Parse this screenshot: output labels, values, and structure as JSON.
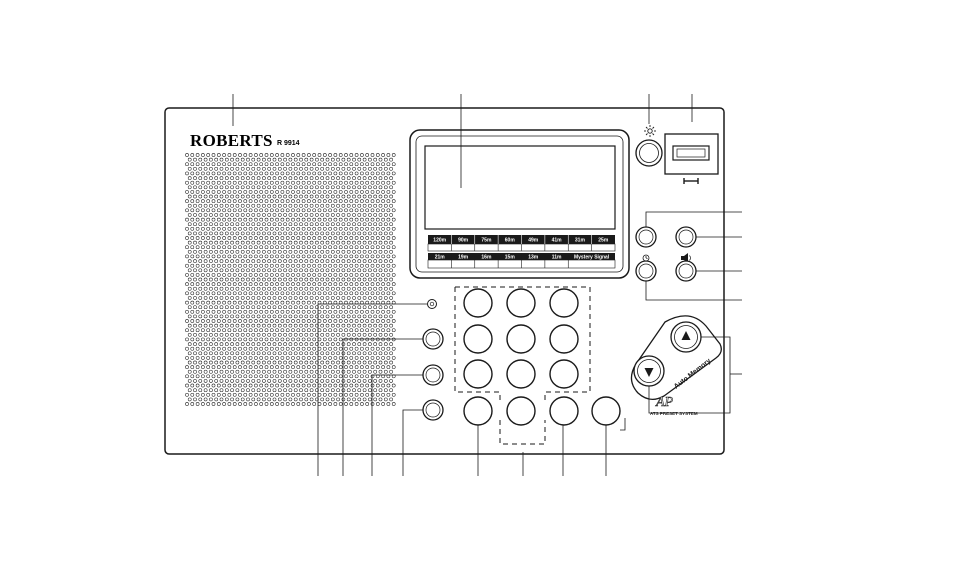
{
  "brand": {
    "name": "ROBERTS",
    "model": "R 9914"
  },
  "display": {
    "bands_row1": [
      "120m",
      "90m",
      "75m",
      "60m",
      "49m",
      "41m",
      "31m",
      "25m"
    ],
    "bands_row2": [
      "21m",
      "19m",
      "16m",
      "15m",
      "13m",
      "11m",
      "Mystery Signal"
    ]
  },
  "memory": {
    "label": "Auto Memory"
  },
  "ap_system": {
    "logo": "AP",
    "caption": "ATS PRESET SYSTEM"
  },
  "icons": {
    "light": "sun-icon",
    "headphone_socket": "socket-icon",
    "timer": "clock-icon",
    "speaker": "speaker-icon",
    "up": "triangle-up-icon",
    "down": "triangle-down-icon",
    "led": "indicator-led-icon"
  },
  "colors": {
    "line": "#1a1a1a",
    "background": "#ffffff"
  }
}
